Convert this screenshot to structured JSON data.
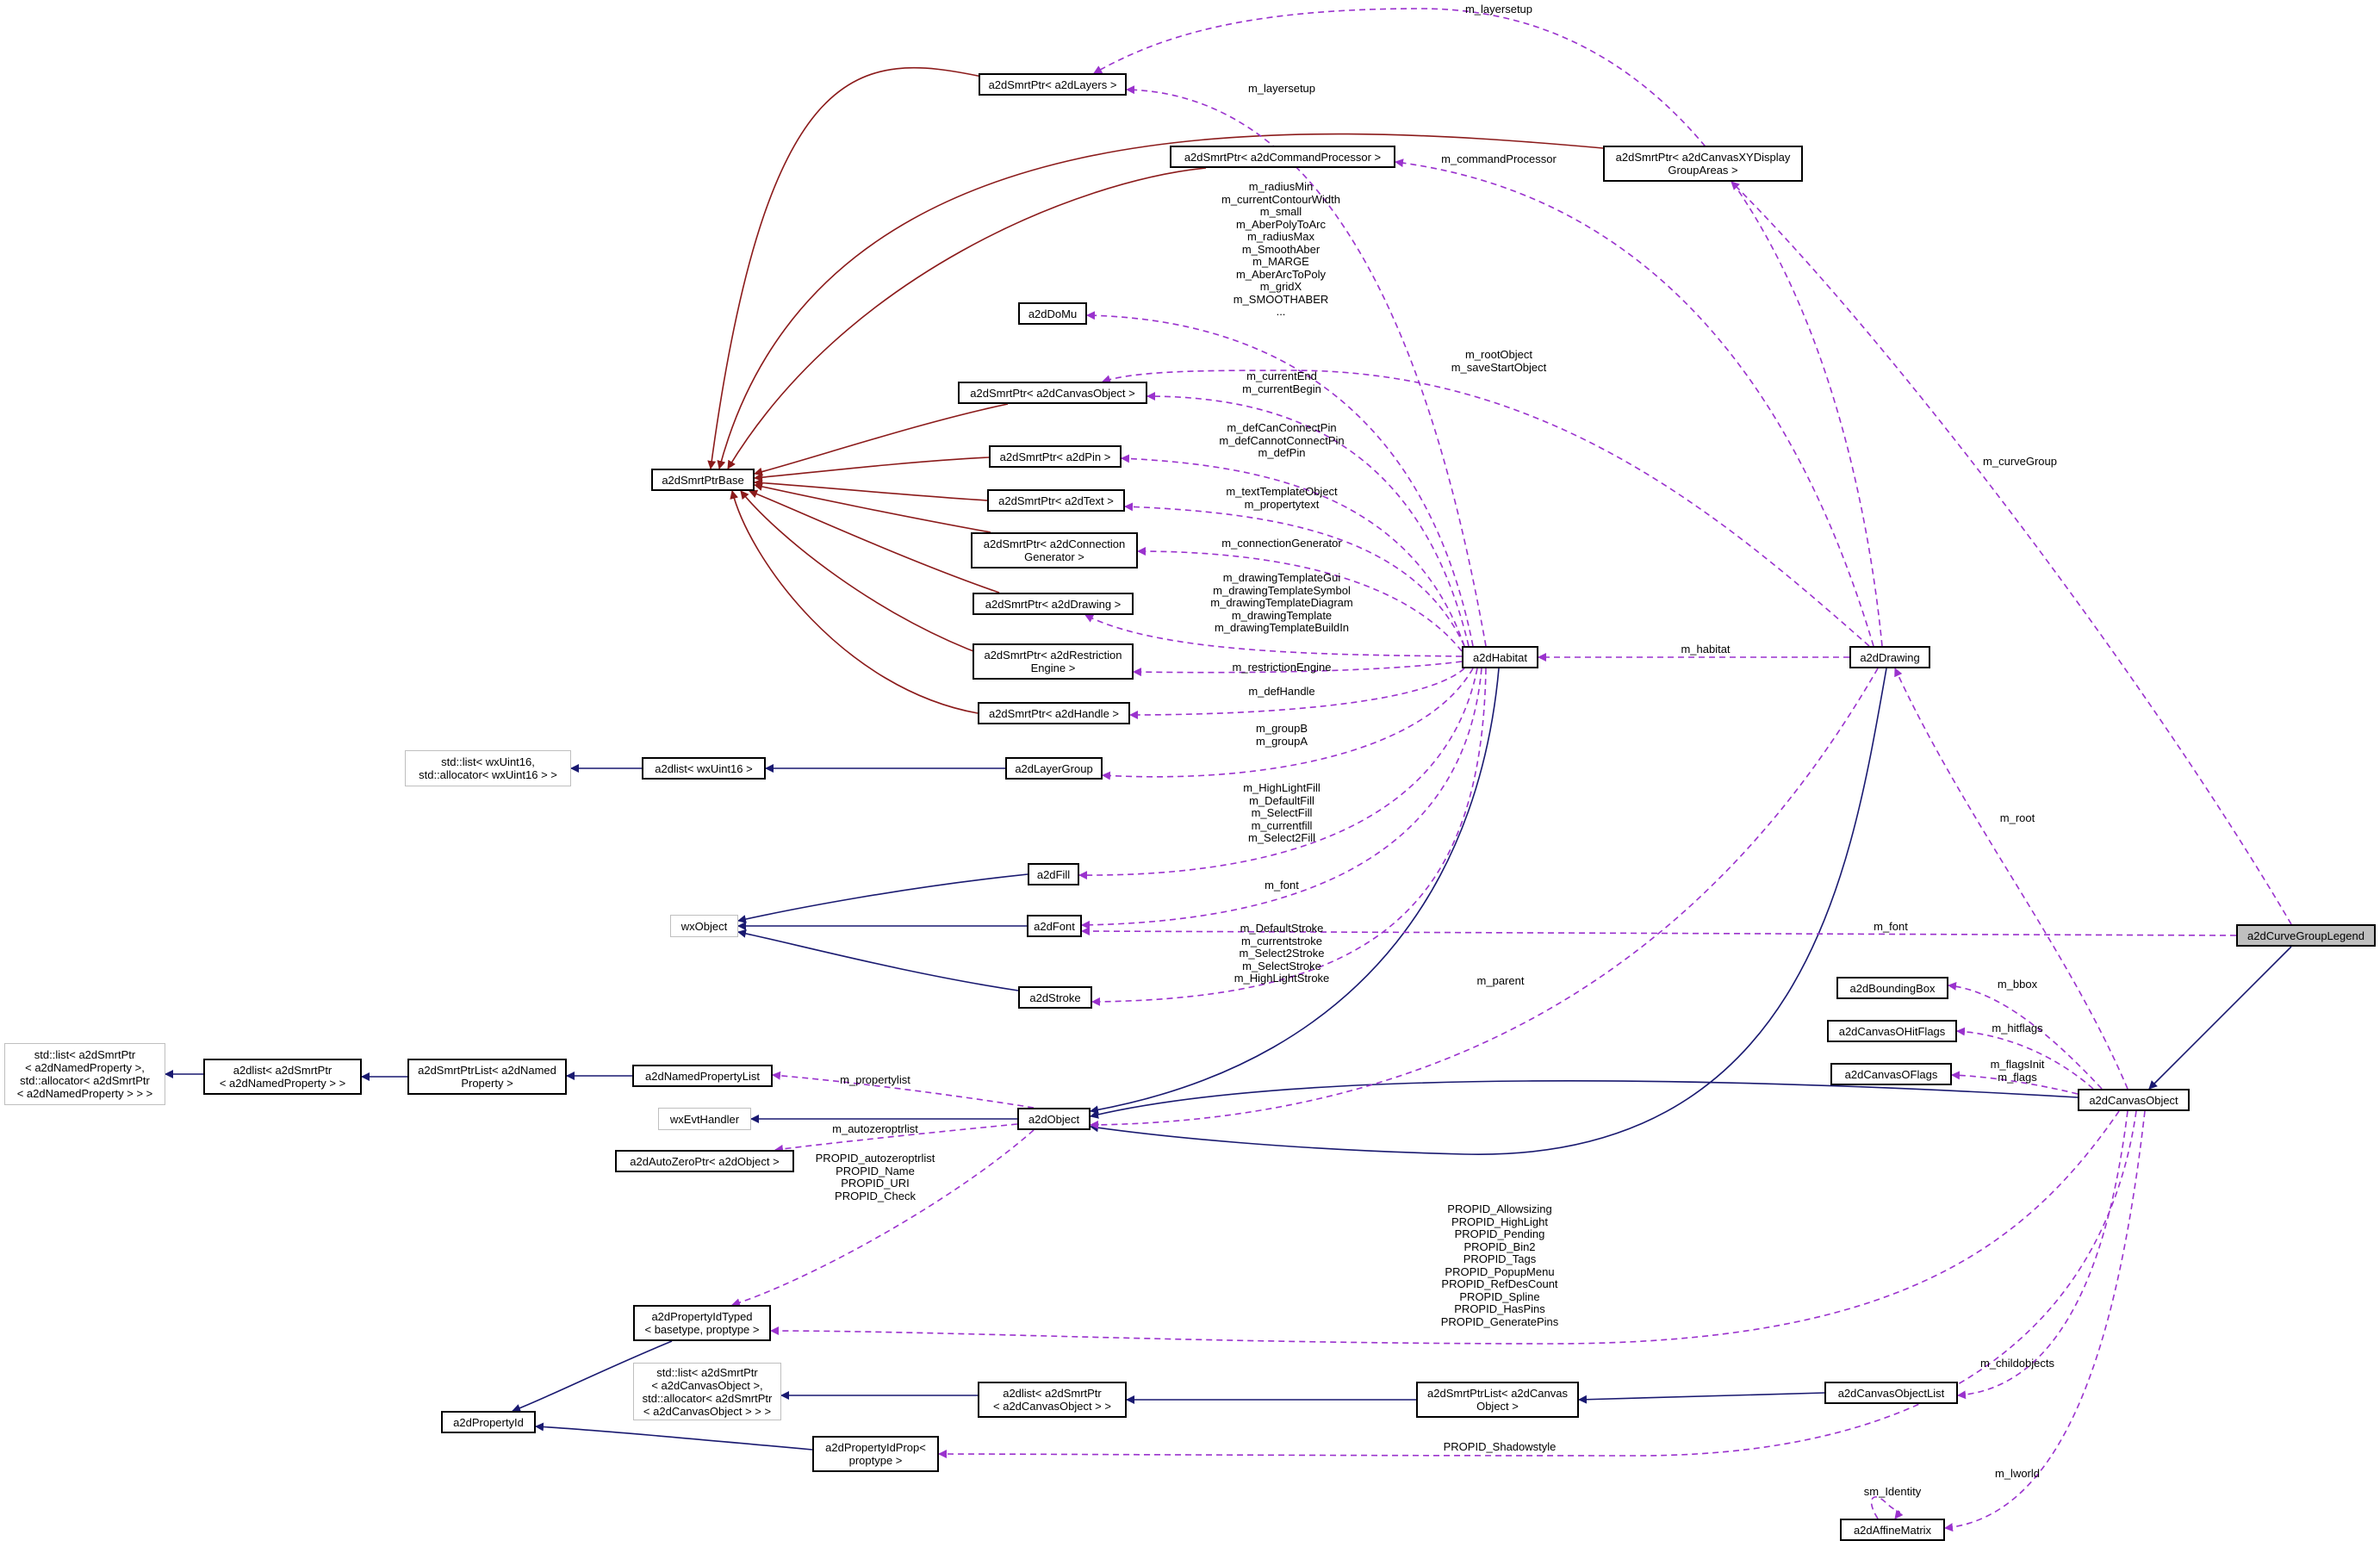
{
  "colors": {
    "inheritance_public": "#191970",
    "inheritance_template": "#8b1a1a",
    "usage": "#9a32cd",
    "focus_fill": "#bfbfbf",
    "external_border": "#bfbfbf"
  },
  "nodes": {
    "layers_ptr": "a2dSmrtPtr< a2dLayers >",
    "cmdproc_ptr": "a2dSmrtPtr< a2dCommandProcessor >",
    "xydisplay_ptr": "a2dSmrtPtr< a2dCanvasXYDisplay\nGroupAreas >",
    "domu": "a2dDoMu",
    "canvasobject_ptr": "a2dSmrtPtr< a2dCanvasObject >",
    "smrtptrbase": "a2dSmrtPtrBase",
    "pin_ptr": "a2dSmrtPtr< a2dPin >",
    "text_ptr": "a2dSmrtPtr< a2dText >",
    "connection_ptr": "a2dSmrtPtr< a2dConnection\nGenerator >",
    "drawing_ptr": "a2dSmrtPtr< a2dDrawing >",
    "restriction_ptr": "a2dSmrtPtr< a2dRestriction\nEngine >",
    "handle_ptr": "a2dSmrtPtr< a2dHandle >",
    "habitat": "a2dHabitat",
    "drawing": "a2dDrawing",
    "std_list_uint16": "std::list< wxUint16,\nstd::allocator< wxUint16 > >",
    "dlist_uint16": "a2dlist< wxUint16 >",
    "layergroup": "a2dLayerGroup",
    "fill": "a2dFill",
    "wxobject": "wxObject",
    "font": "a2dFont",
    "curvegrouplegend": "a2dCurveGroupLegend",
    "stroke": "a2dStroke",
    "boundingbox": "a2dBoundingBox",
    "hitflags": "a2dCanvasOHitFlags",
    "std_list_namedprop": "std::list< a2dSmrtPtr\n< a2dNamedProperty >,\nstd::allocator< a2dSmrtPtr\n< a2dNamedProperty > > >",
    "dlist_namedprop": "a2dlist< a2dSmrtPtr\n< a2dNamedProperty > >",
    "smrtptrlist_namedprop": "a2dSmrtPtrList< a2dNamed\nProperty >",
    "namedpropertylist": "a2dNamedPropertyList",
    "oflags": "a2dCanvasOFlags",
    "canvasobject": "a2dCanvasObject",
    "wxevthandler": "wxEvtHandler",
    "object": "a2dObject",
    "autozeroptr": "a2dAutoZeroPtr< a2dObject >",
    "propidtyped": "a2dPropertyIdTyped\n< basetype, proptype >",
    "std_list_canvasobj": "std::list< a2dSmrtPtr\n< a2dCanvasObject >,\nstd::allocator< a2dSmrtPtr\n< a2dCanvasObject > > >",
    "dlist_canvasobj": "a2dlist< a2dSmrtPtr\n< a2dCanvasObject > >",
    "smrtptrlist_canvasobj": "a2dSmrtPtrList< a2dCanvas\nObject >",
    "canvasobjectlist": "a2dCanvasObjectList",
    "propertyid": "a2dPropertyId",
    "propidprop": "a2dPropertyIdProp<\nproptype >",
    "affinematrix": "a2dAffineMatrix"
  },
  "edge_labels": {
    "m_layersetup_top": "m_layersetup",
    "m_layersetup": "m_layersetup",
    "m_commandprocessor": "m_commandProcessor",
    "domu_members": "m_radiusMin\nm_currentContourWidth\nm_small\nm_AberPolyToArc\nm_radiusMax\nm_SmoothAber\nm_MARGE\nm_AberArcToPoly\nm_gridX\nm_SMOOTHABER\n...",
    "m_rootobject": "m_rootObject\nm_saveStartObject",
    "m_curvegroup": "m_curveGroup",
    "m_currentend": "m_currentEnd\nm_currentBegin",
    "pin_members": "m_defCanConnectPin\nm_defCannotConnectPin\nm_defPin",
    "text_members": "m_textTemplateObject\nm_propertytext",
    "m_connectiongenerator": "m_connectionGenerator",
    "drawing_members": "m_drawingTemplateGui\nm_drawingTemplateSymbol\nm_drawingTemplateDiagram\nm_drawingTemplate\nm_drawingTemplateBuildIn",
    "m_habitat": "m_habitat",
    "m_restrictionengine": "m_restrictionEngine",
    "m_defhandle": "m_defHandle",
    "m_group": "m_groupB\nm_groupA",
    "fill_members": "m_HighLightFill\nm_DefaultFill\nm_SelectFill\nm_currentfill\nm_Select2Fill",
    "m_root": "m_root",
    "m_font_habitat": "m_font",
    "m_font_legend": "m_font",
    "stroke_members": "m_DefaultStroke\nm_currentstroke\nm_Select2Stroke\nm_SelectStroke\nm_HighLightStroke",
    "m_parent": "m_parent",
    "m_bbox": "m_bbox",
    "m_hitflags": "m_hitflags",
    "m_flags": "m_flagsInit\nm_flags",
    "m_propertylist": "m_propertylist",
    "m_autozeroptrlist": "m_autozeroptrlist",
    "propid_object": "PROPID_autozeroptrlist\nPROPID_Name\nPROPID_URI\nPROPID_Check",
    "propid_canvasobject": "PROPID_Allowsizing\nPROPID_HighLight\nPROPID_Pending\nPROPID_Bin2\nPROPID_Tags\nPROPID_PopupMenu\nPROPID_RefDesCount\nPROPID_Spline\nPROPID_HasPins\nPROPID_GeneratePins",
    "m_childobjects": "m_childobjects",
    "propid_shadowstyle": "PROPID_Shadowstyle",
    "m_lworld": "m_lworld",
    "sm_identity": "sm_Identity"
  }
}
